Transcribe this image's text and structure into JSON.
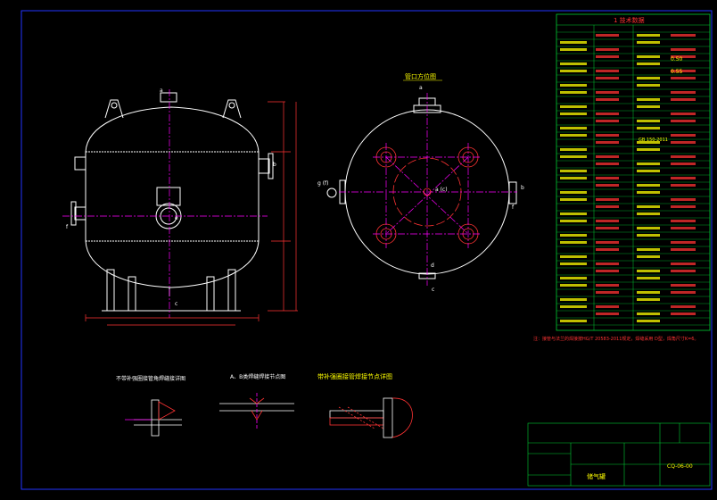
{
  "views": {
    "nozzle_orientation_title": "管口方位图",
    "detail_1_title": "不带补强圈接管角焊缝接详图",
    "detail_2_title": "A、B类焊缝焊接节点图",
    "detail_3_title": "带补强圈接管焊接节点详图",
    "orientation_labels": [
      "a",
      "b",
      "c",
      "d",
      "f",
      "g (f)",
      "a (c)"
    ],
    "elevation_labels": [
      "a",
      "b",
      "f",
      "c",
      "e"
    ]
  },
  "tech_table": {
    "title": "1 技术数据",
    "stamp_value_1": "0.50",
    "stamp_value_2": "0.55",
    "standard_1": "GB 150-2011",
    "note_red": "注：接管与法兰的焊接按HG/T 20583-2011规定，焊缝采用 D型，焊角尺寸K=6。"
  },
  "title_block": {
    "drawing_name": "储气罐",
    "drawing_number": "CQ-06-00"
  },
  "colors": {
    "background": "#000000",
    "outline": "#ffffff",
    "centerline": "#ff00ff",
    "dimension": "#ff3333",
    "table_line": "#00cc33",
    "table_text": "#ffff00",
    "frame": "#2233ff"
  }
}
